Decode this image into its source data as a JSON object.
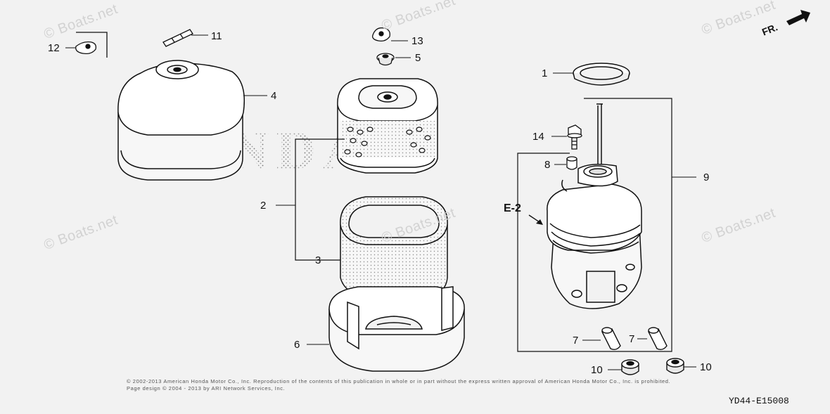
{
  "callouts": {
    "c1": "1",
    "c2": "2",
    "c3": "3",
    "c4": "4",
    "c5": "5",
    "c6": "6",
    "c7a": "7",
    "c7b": "7",
    "c8": "8",
    "c9": "9",
    "c10a": "10",
    "c10b": "10",
    "c11": "11",
    "c12": "12",
    "c13": "13",
    "c14": "14",
    "e2": "E-2"
  },
  "direction": {
    "label": "FR."
  },
  "brand_text": "HONDA",
  "watermarks": {
    "w1": "© Boats.net",
    "w2": "© Boats.net",
    "w3": "© Boats.net",
    "w4": "© Boats.net",
    "w5": "© Boats.net",
    "w6": "© Boats.net"
  },
  "footer": {
    "copyright_line1": "© 2002-2013 American Honda Motor Co., Inc. Reproduction of the contents of this publication in whole or in part without the express written approval of American Honda Motor Co., Inc. is prohibited.",
    "copyright_line2": "Page design © 2004 - 2013 by ARI Network Services, Inc.",
    "drawing_code": "YD44-E15008"
  }
}
